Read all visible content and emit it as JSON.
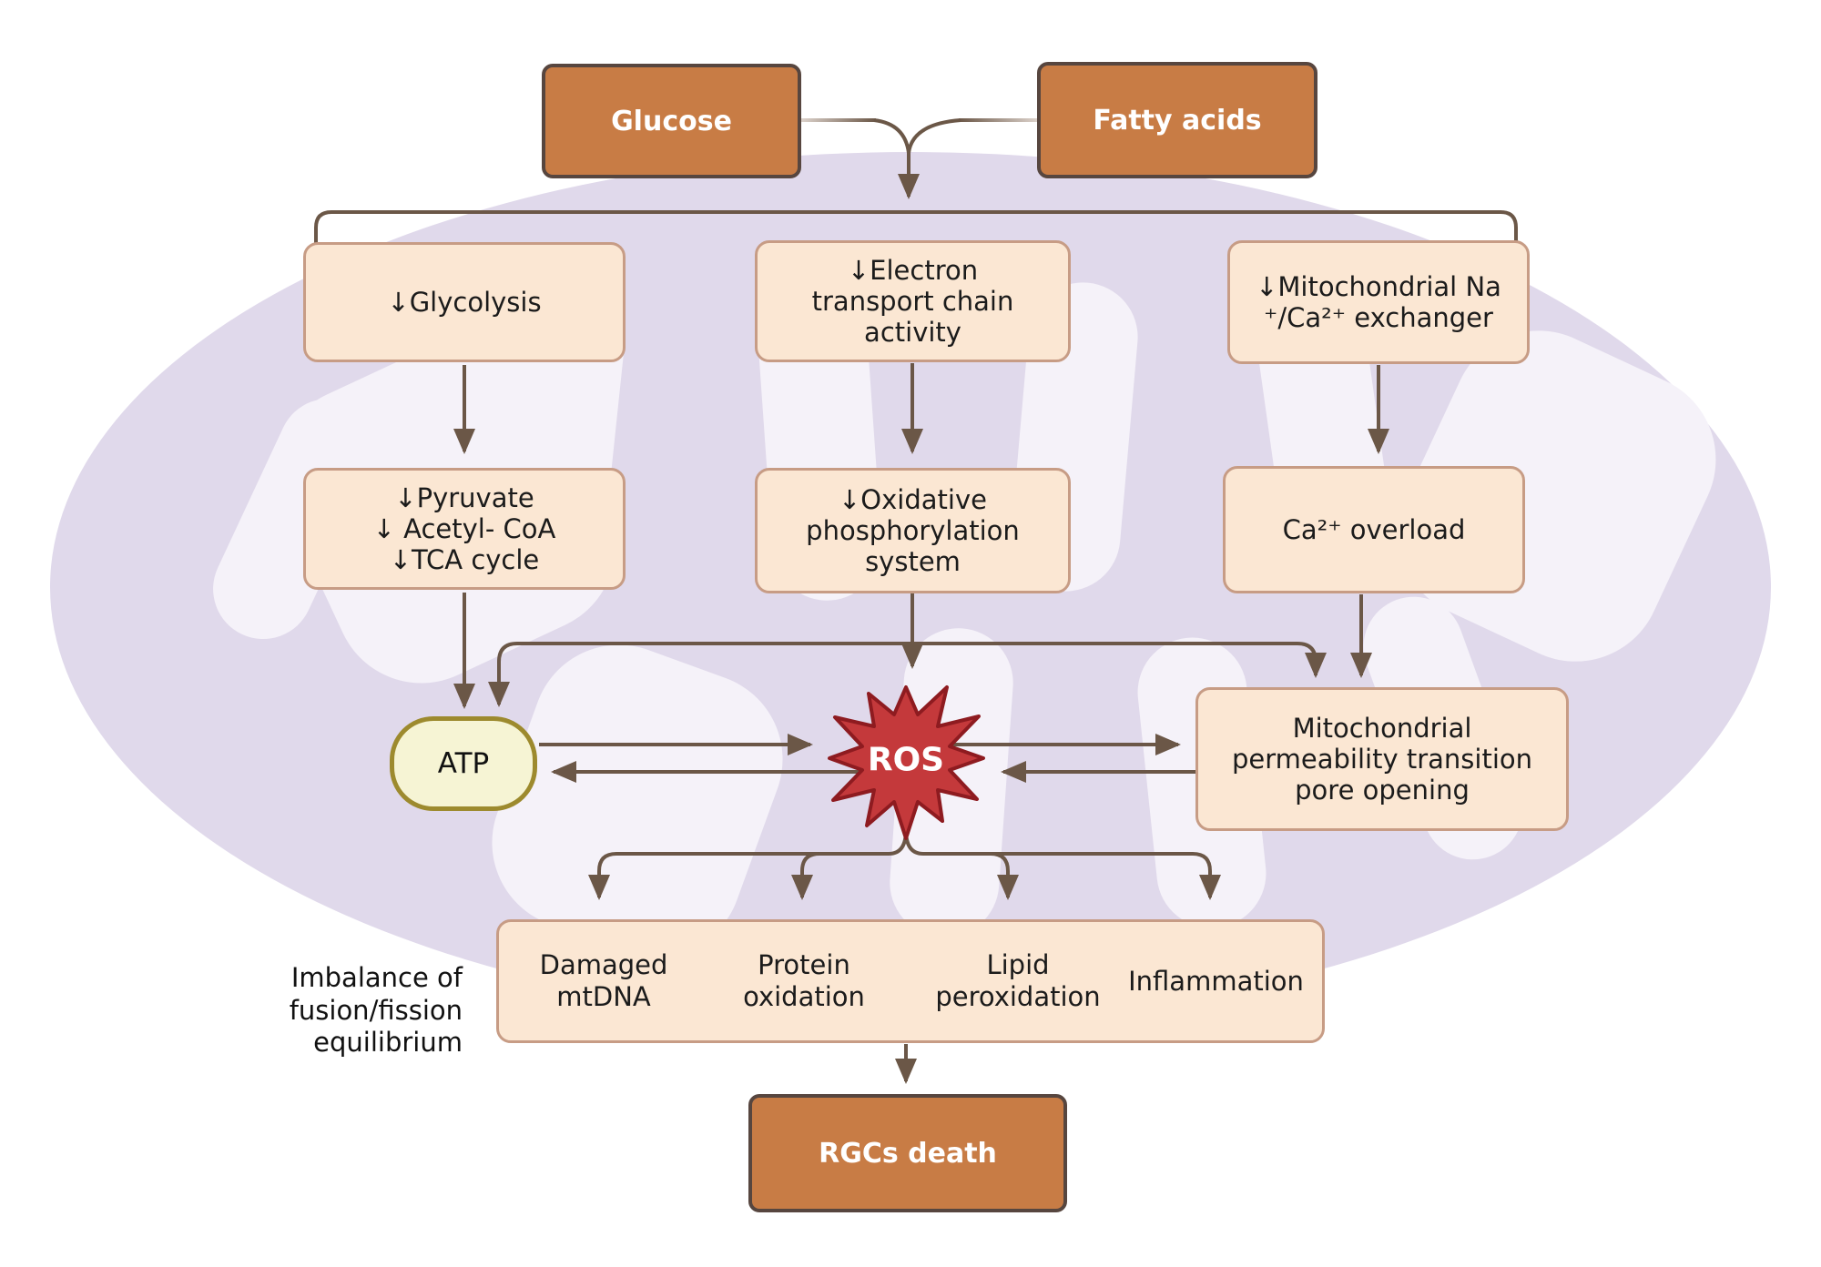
{
  "figure": {
    "type": "pathway-diagram",
    "topic": "Mitochondrial dysfunction pathway leading to retinal ganglion cell death"
  },
  "palette": {
    "orange_fill": "#C87C45",
    "orange_border": "#57463F",
    "peach_fill": "#FBE7D3",
    "peach_border": "#C79C85",
    "atp_fill": "#F6F4D4",
    "atp_border": "#9D8A2E",
    "ros_fill": "#C4393B",
    "ros_border": "#8E1B20",
    "arrow": "#6B5747",
    "mito_body": "#E0D9EB",
    "mito_matrix": "#F5F2F9",
    "text_dark": "#1b1b1b",
    "text_light": "#ffffff"
  },
  "nodes": {
    "glucose": "Glucose",
    "fatty_acids": "Fatty acids",
    "glycolysis": "↓Glycolysis",
    "etc_activity": "↓Electron\ntransport chain\nactivity",
    "na_ca_exchanger": "↓Mitochondrial Na\n⁺/Ca²⁺ exchanger",
    "pyruvate_acetyl_tca": "↓Pyruvate\n↓ Acetyl- CoA\n↓TCA cycle",
    "oxphos": "↓Oxidative\nphosphorylation\nsystem",
    "ca_overload": "Ca²⁺ overload",
    "atp": "ATP",
    "ros": "ROS",
    "mptp": "Mitochondrial\npermeability transition\npore opening",
    "rgcs_death": "RGCs death"
  },
  "consequences": {
    "items": [
      "Damaged\nmtDNA",
      "Protein\noxidation",
      "Lipid\nperoxidation",
      "Inflammation"
    ]
  },
  "side_note": "Imbalance of\nfusion/fission\nequilibrium"
}
